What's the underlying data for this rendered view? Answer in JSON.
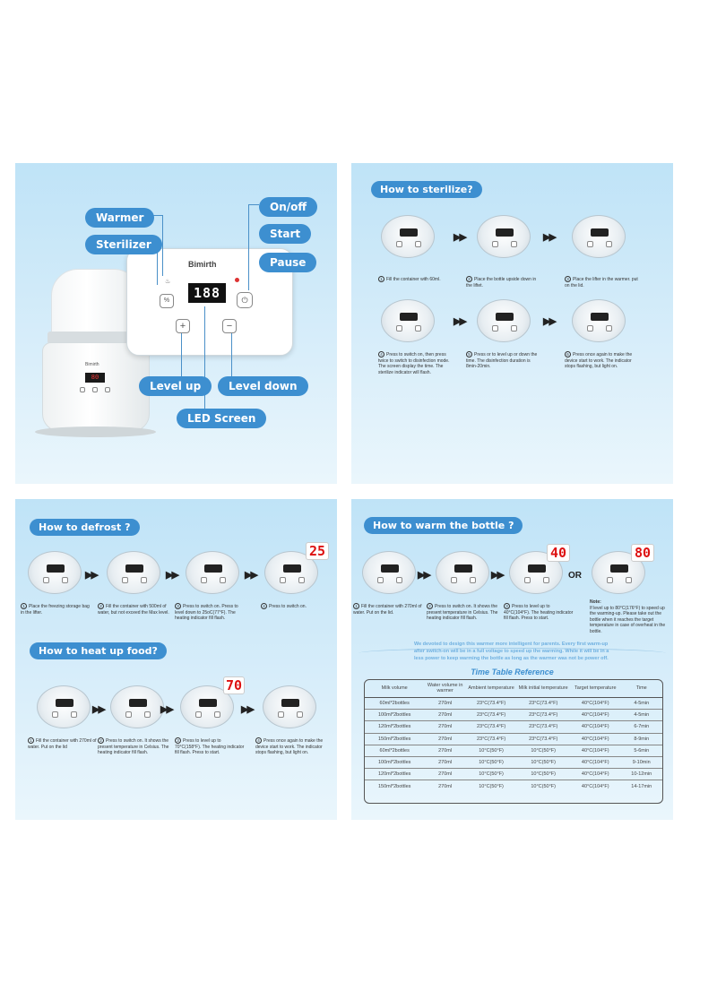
{
  "panel1": {
    "labels": {
      "warmer": "Warmer",
      "sterilizer": "Sterilizer",
      "onoff": "On/off",
      "start": "Start",
      "pause": "Pause",
      "level_up": "Level up",
      "level_down": "Level down",
      "led_screen": "LED Screen"
    },
    "brand": "Bimirth",
    "brand_small": "Bimirth",
    "display": "188",
    "display_small": "80",
    "plus": "+",
    "minus": "−"
  },
  "panel2": {
    "title": "How to sterilize?",
    "steps": [
      {
        "num": "1",
        "text": "Fill the container with 60ml."
      },
      {
        "num": "2",
        "text": "Place the bottle upside down in the liftet."
      },
      {
        "num": "3",
        "text": "Place the lifter in the warmer. put on the lid."
      },
      {
        "num": "4",
        "text": "Press  to switch on, then press  twice to switch to disinfection mode. The screen display the time. The sterilize indicator will flash."
      },
      {
        "num": "5",
        "text": "Press  or  to level up or down the time. The disinfection duration is 8min-20min."
      },
      {
        "num": "6",
        "text": "Press  once again to make the device start to work. The indicator stops flashing, but light on."
      }
    ]
  },
  "panel3": {
    "title": "How to defrost ?",
    "led": "25",
    "steps": [
      {
        "num": "1",
        "text": "Place the freezing storage bag in the lifter."
      },
      {
        "num": "2",
        "text": "Fill the container with 500ml of water, but not exceed the Max level."
      },
      {
        "num": "3",
        "text": "Press  to switch on. Press  to level down to 25oC(77°F). The heating indicator fill flash."
      },
      {
        "num": "4",
        "text": "Press  to switch on."
      }
    ],
    "title2": "How to heat up food?",
    "led2": "70",
    "steps2": [
      {
        "num": "1",
        "text": "Fill the container with 270ml of water. Put on the lid"
      },
      {
        "num": "2",
        "text": "Press  to switch on. It shows the present temperature in Celsius. The heating indicator fill flash."
      },
      {
        "num": "3",
        "text": "Press  to level up to 70°C(158°F). The heating indicator fill flash. Press  to start."
      },
      {
        "num": "4",
        "text": "Press  once again to make the device start to work. The indicator stops flashing, but light on."
      }
    ]
  },
  "panel4": {
    "title": "How to warm the bottle ?",
    "led1": "40",
    "or": "OR",
    "led2": "80",
    "steps": [
      {
        "num": "1",
        "text": "Fill the container with 270ml of water. Put on the lid."
      },
      {
        "num": "2",
        "text": "Press  to switch on. It shows the present temperature in Celsius. The heating indicator fill flash."
      },
      {
        "num": "3",
        "text": "Press  to level up to 40°C(104°F). The heating indicator fill flash. Press  to start."
      }
    ],
    "note_title": "Note:",
    "note": "If level up to 80°C(176°F) to speed up the warming-up. Please take out the bottle when it reaches the target temperature in case of overheat in the bottle.",
    "promo": "We devoted to design this warmer more intelligent for parents. Every first warm-up after switch-on will be in a full voltage to speed up the warming. While it will be in a less power to keep warming the bottle as long as the warmer was not be power off.",
    "table_title": "Time Table Reference",
    "table": {
      "headers": [
        "Milk volume",
        "Water volume in warmer",
        "Ambient temperature",
        "Milk initial temperature",
        "Target temperature",
        "Time"
      ],
      "rows": [
        [
          "60ml*2bottles",
          "270ml",
          "23°C(73.4°F)",
          "23°C(73.4°F)",
          "40°C(104°F)",
          "4-5min"
        ],
        [
          "100ml*2bottles",
          "270ml",
          "23°C(73.4°F)",
          "23°C(73.4°F)",
          "40°C(104°F)",
          "4-5min"
        ],
        [
          "120ml*2bottles",
          "270ml",
          "23°C(73.4°F)",
          "23°C(73.4°F)",
          "40°C(104°F)",
          "6-7min"
        ],
        [
          "150ml*2bottles",
          "270ml",
          "23°C(73.4°F)",
          "23°C(73.4°F)",
          "40°C(104°F)",
          "8-9min"
        ],
        [
          "60ml*2bottles",
          "270ml",
          "10°C(50°F)",
          "10°C(50°F)",
          "40°C(104°F)",
          "5-6min"
        ],
        [
          "100ml*2bottles",
          "270ml",
          "10°C(50°F)",
          "10°C(50°F)",
          "40°C(104°F)",
          "9-10min"
        ],
        [
          "120ml*2bottles",
          "270ml",
          "10°C(50°F)",
          "10°C(50°F)",
          "40°C(104°F)",
          "10-12min"
        ],
        [
          "150ml*2bottles",
          "270ml",
          "10°C(50°F)",
          "10°C(50°F)",
          "40°C(104°F)",
          "14-17min"
        ]
      ]
    }
  },
  "colors": {
    "pill": "#3d8fd0",
    "panel_top": "#bfe3f7",
    "led_red": "#d11111",
    "promo_text": "#6fb0e0"
  }
}
